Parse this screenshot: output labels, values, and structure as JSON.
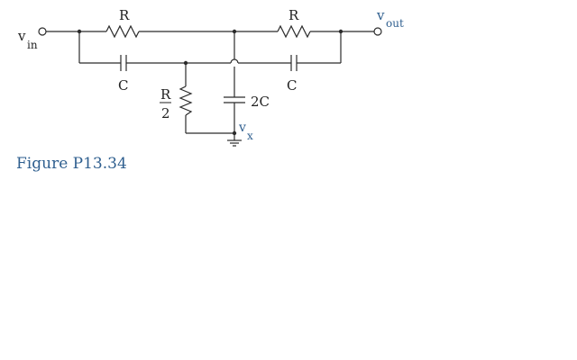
{
  "labels": {
    "vin_v": "v",
    "vin_sub": "in",
    "vout_v": "v",
    "vout_sub": "out",
    "r_top_left": "R",
    "r_top_right": "R",
    "c_left": "C",
    "c_right": "C",
    "r_half_num": "R",
    "r_half_den": "2",
    "c_2c": "2C",
    "vx_v": "v",
    "vx_sub": "x"
  },
  "caption": "Figure P13.34"
}
